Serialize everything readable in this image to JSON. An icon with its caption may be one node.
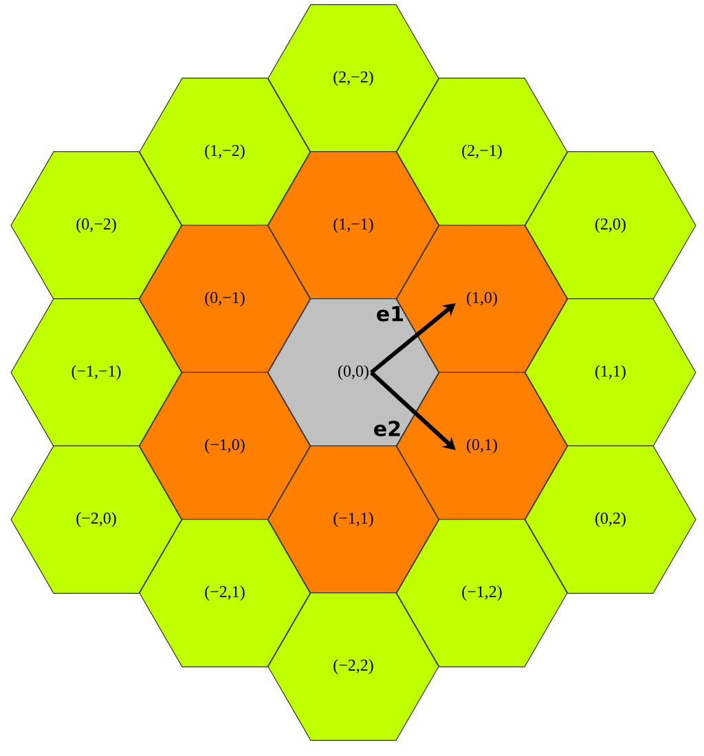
{
  "diagram": {
    "nodes": [
      {
        "text": [
          "(2,−2)"
        ]
      },
      {
        "text": [
          "(1,−2)"
        ]
      },
      {
        "text": [
          "(2,−1)"
        ]
      },
      {
        "text": [
          "(0,−2)"
        ]
      },
      {
        "text": [
          "(1,−1)"
        ]
      },
      {
        "text": [
          "(2,0)"
        ]
      },
      {
        "text": [
          "(0,−1)"
        ]
      },
      {
        "text": [
          "(1,0)"
        ]
      },
      {
        "text": [
          "(−1,−1)"
        ]
      },
      {
        "text": [
          "(0,0)"
        ]
      },
      {
        "text": [
          "(1,1)"
        ]
      },
      {
        "text": [
          "(−1,0)"
        ]
      },
      {
        "text": [
          "(0,1)"
        ]
      },
      {
        "text": [
          "(−2,0)"
        ]
      },
      {
        "text": [
          "(−1,1)"
        ]
      },
      {
        "text": [
          "(0,2)"
        ]
      },
      {
        "text": [
          "(−2,1)"
        ]
      },
      {
        "text": [
          "(−1,2)"
        ]
      },
      {
        "text": [
          "(−2,2)"
        ]
      }
    ],
    "edges": [
      {
        "from": 9,
        "to": 7,
        "arrow": "to",
        "label": "e1"
      },
      {
        "from": 9,
        "to": 12,
        "arrow": "to",
        "label": "e2"
      }
    ]
  }
}
